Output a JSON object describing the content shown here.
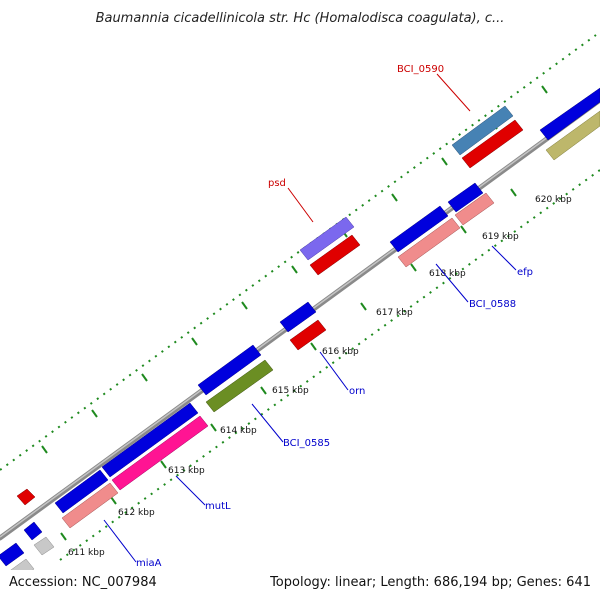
{
  "title": "Baumannia cicadellinicola str. Hc (Homalodisca coagulata), c...",
  "footer": {
    "accession": "Accession: NC_007984",
    "summary": "Topology: linear; Length: 686,194 bp; Genes: 641"
  },
  "colors": {
    "backbone": "#8a8a8a",
    "tick": "#1f8a1f",
    "label_red": "#cc0000",
    "label_blue": "#0000cc"
  },
  "axis": {
    "unit": "kbp",
    "ticks": [
      {
        "label": "611 kbp"
      },
      {
        "label": "612 kbp"
      },
      {
        "label": "613 kbp"
      },
      {
        "label": "614 kbp"
      },
      {
        "label": "615 kbp"
      },
      {
        "label": "616 kbp"
      },
      {
        "label": "617 kbp"
      },
      {
        "label": "618 kbp"
      },
      {
        "label": "619 kbp"
      },
      {
        "label": "620 kbp"
      }
    ]
  },
  "gene_labels": [
    {
      "text": "BCI_0590",
      "color": "red"
    },
    {
      "text": "psd",
      "color": "red"
    },
    {
      "text": "efp",
      "color": "blue"
    },
    {
      "text": "BCI_0588",
      "color": "blue"
    },
    {
      "text": "orn",
      "color": "blue"
    },
    {
      "text": "BCI_0585",
      "color": "blue"
    },
    {
      "text": "mutL",
      "color": "blue"
    },
    {
      "text": "miaA",
      "color": "blue"
    }
  ]
}
